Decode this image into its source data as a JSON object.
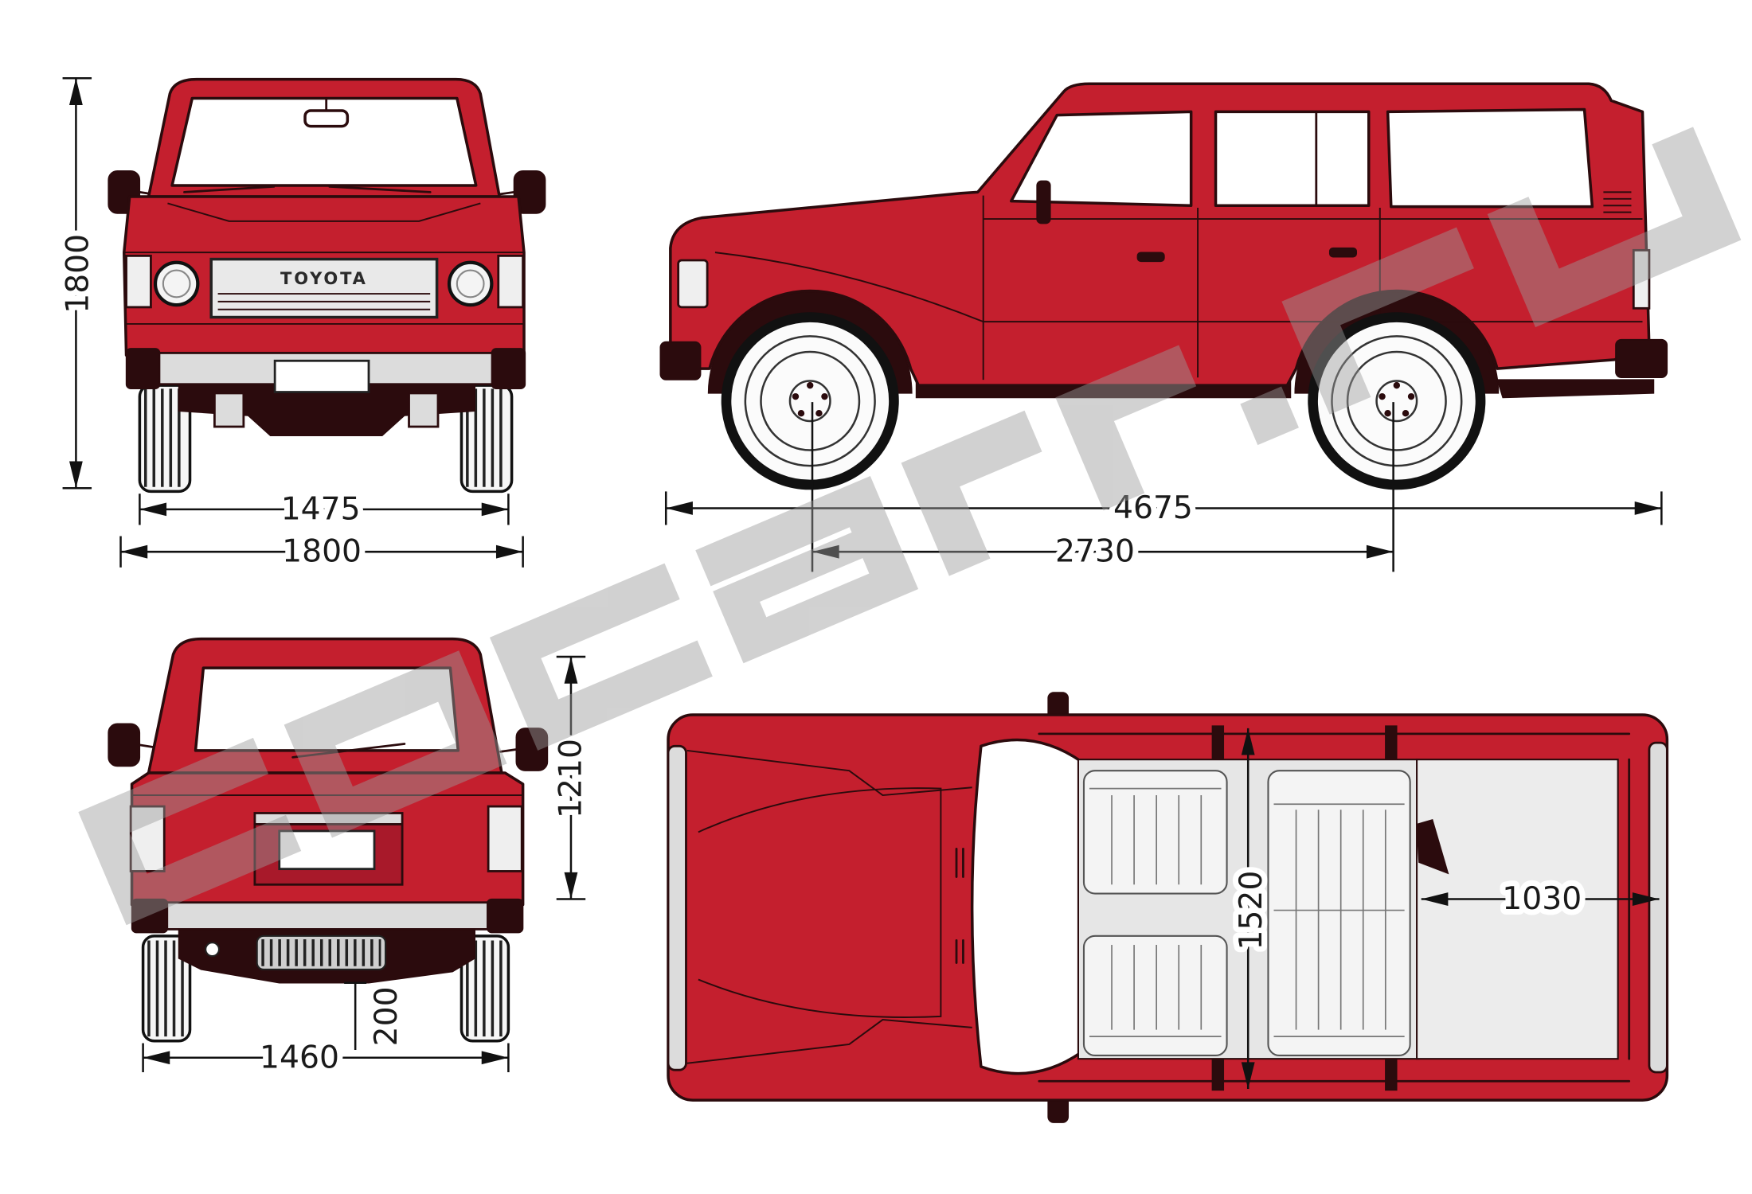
{
  "front_view": {
    "badge": "TOYOTA",
    "overall_height": "1800",
    "front_track": "1475",
    "overall_width": "1800"
  },
  "side_view": {
    "overall_length": "4675",
    "wheelbase": "2730"
  },
  "rear_view": {
    "rear_height": "1210",
    "rear_track": "1460",
    "ground_clearance": "200"
  },
  "top_view": {
    "interior_width": "1520",
    "cargo_length": "1030"
  },
  "colors": {
    "body": "#c41f2e",
    "outline": "#2b0b0d",
    "glass": "#ffffff",
    "chrome": "#dcdcdc",
    "interior": "#e6e6e6",
    "watermark": "#9b9b9b",
    "dimension": "#111111"
  }
}
